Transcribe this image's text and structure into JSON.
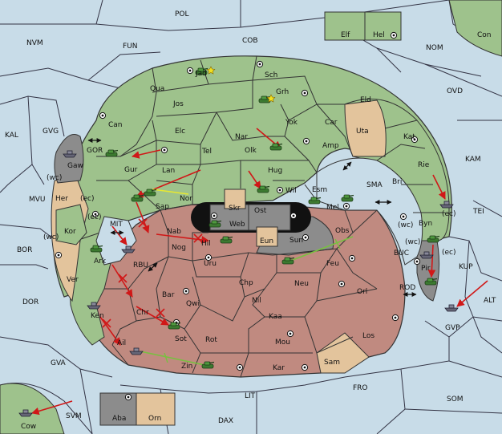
{
  "colors": {
    "sea": "#c8dce8",
    "green": "#9ec28c",
    "red": "#c08a80",
    "tan": "#e3c49c",
    "gray": "#8c8c8c",
    "outline": "#333333",
    "arrow_red": "#d01818",
    "arrow_green": "#78c040",
    "arrow_yellow": "#e8e830"
  },
  "icons": {
    "army": "tank-icon",
    "fleet": "ship-icon",
    "supply_center": "supply-center-icon",
    "bounce": "star-icon"
  },
  "sea_labels": {
    "pol": "POL",
    "nvm": "NVM",
    "fun": "FUN",
    "cob": "COB",
    "nom": "NOM",
    "con": "Con",
    "ovd": "OVD",
    "kal": "KAL",
    "gvg": "GVG",
    "gor": "GOR",
    "kam": "KAM",
    "sma": "SMA",
    "tei": "TEI",
    "mvu": "MVU",
    "bor": "BOR",
    "mit": "MIT",
    "buc": "BUC",
    "kup": "KUP",
    "dor": "DOR",
    "rbu": "RBU",
    "rod": "ROD",
    "alt": "ALT",
    "gva": "GVA",
    "gvp": "GVP",
    "fro": "FRO",
    "lit": "LIT",
    "som": "SOM",
    "svm": "SVM",
    "dax": "DAX",
    "cow": "Cow"
  },
  "green_labels": {
    "jad": "Jad",
    "sch": "Sch",
    "qua": "Qua",
    "grh": "Grh",
    "jos": "Jos",
    "eld": "Eld",
    "can": "Can",
    "yok": "Yok",
    "car": "Car",
    "elc": "Elc",
    "nar": "Nar",
    "kat": "Kat",
    "tel": "Tel",
    "olk": "Olk",
    "amp": "Amp",
    "gur": "Gur",
    "rie": "Rie",
    "lan": "Lan",
    "hug": "Hug",
    "bri": "Bri",
    "nor": "Nor",
    "wil": "Wil",
    "esm": "Esm",
    "sap": "Sap",
    "mel": "Mel",
    "byn": "Byn",
    "elf": "Elf",
    "hel": "Hel",
    "kor": "Kor",
    "ark": "Ark",
    "ver": "Ver",
    "ken": "Ken",
    "gaw": "Gaw"
  },
  "red_labels": {
    "nab": "Nab",
    "hil": "Hil",
    "obs": "Obs",
    "nog": "Nog",
    "sun": "Sun",
    "uru": "Uru",
    "feu": "Feu",
    "chp": "Chp",
    "neu": "Neu",
    "orl": "Orl",
    "bar": "Bar",
    "qwi": "Qwi",
    "nil": "Nil",
    "chr": "Chr",
    "kaa": "Kaa",
    "los": "Los",
    "sot": "Sot",
    "rot": "Rot",
    "mou": "Mou",
    "ail": "Ail",
    "zin": "Zin",
    "kar": "Kar",
    "web": "Web",
    "ost": "Ost"
  },
  "tan_labels": {
    "uta": "Uta",
    "her": "Her",
    "skr": "Skr",
    "eun": "Eun",
    "sam": "Sam",
    "orn": "Orn"
  },
  "gray_labels": {
    "aba": "Aba",
    "pir": "Pir",
    "gaw_gray": "Gaw"
  },
  "coast_labels": {
    "wc1": "(wc)",
    "ec1": "(ec)",
    "ec2": "(ec)",
    "wc2": "(wc)",
    "ec3": "(ec)",
    "wc3": "(wc)",
    "ec4": "(ec)"
  }
}
